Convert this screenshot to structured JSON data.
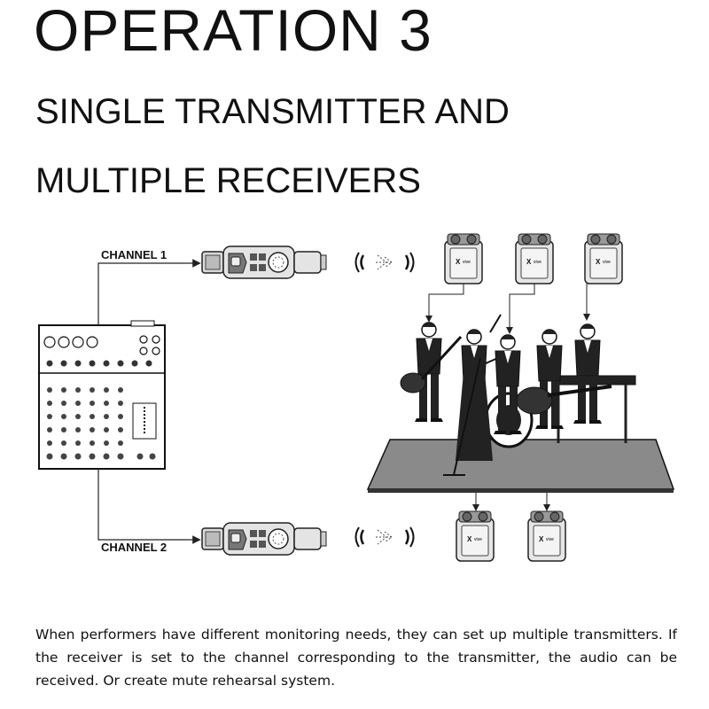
{
  "page": {
    "title": "OPERATION 3",
    "subtitle_line1": "SINGLE TRANSMITTER AND",
    "subtitle_line2": "MULTIPLE RECEIVERS",
    "caption": "When performers have different monitoring needs, they can set up multiple transmitters. If the receiver is set to the channel corresponding to the transmitter, the audio can be received. Or create mute rehearsal system."
  },
  "diagram": {
    "channel_1_label": "CHANNEL 1",
    "channel_2_label": "CHANNEL 2",
    "receiver_brand": "Xvive",
    "receivers_top_count": 3,
    "receivers_bottom_count": 2,
    "band_members": 5,
    "icons": [
      "mixer-icon",
      "transmitter-icon",
      "wireless-signal-icon",
      "receiver-icon",
      "band-stage-icon"
    ]
  }
}
